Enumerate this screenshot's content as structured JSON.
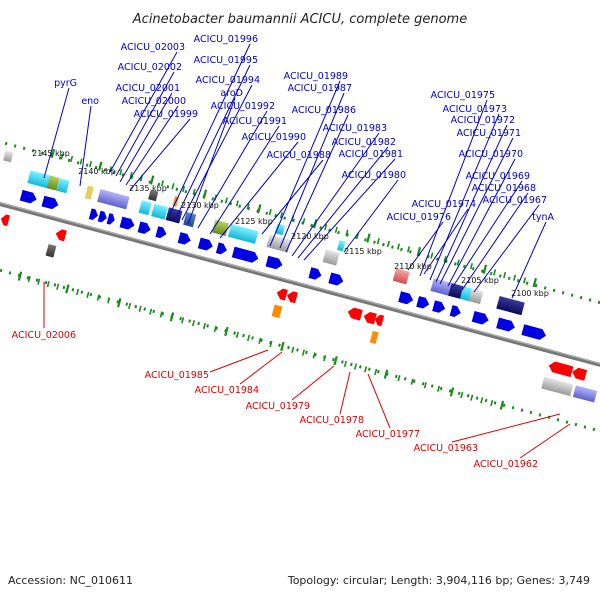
{
  "title": "Acinetobacter baumannii ACICU, complete genome",
  "footer": {
    "accession": "Accession: NC_010611",
    "topology": "Topology: circular; Length: 3,904,116 bp; Genes: 3,749"
  },
  "kbp_ticks": [
    "2145 kbp",
    "2140 kbp",
    "2135 kbp",
    "2130 kbp",
    "2125 kbp",
    "2120 kbp",
    "2115 kbp",
    "2110 kbp",
    "2105 kbp",
    "2100 kbp"
  ],
  "forward_labels": [
    "ACICU_02003",
    "ACICU_01996",
    "ACICU_02002",
    "ACICU_01995",
    "ACICU_02001",
    "ACICU_01994",
    "ACICU_02000",
    "aroD",
    "ACICU_01999",
    "ACICU_01992",
    "ACICU_01991",
    "ACICU_01990",
    "ACICU_01989",
    "ACICU_01987",
    "ACICU_01986",
    "ACICU_01983",
    "ACICU_01982",
    "ACICU_01981",
    "ACICU_01988",
    "ACICU_01980",
    "pyrG",
    "eno",
    "ACICU_01975",
    "ACICU_01973",
    "ACICU_01972",
    "ACICU_01971",
    "ACICU_01970",
    "ACICU_01969",
    "ACICU_01968",
    "ACICU_01967",
    "ACICU_01974",
    "ACICU_01976",
    "tynA"
  ],
  "reverse_labels": [
    "ACICU_02006",
    "ACICU_01985",
    "ACICU_01984",
    "ACICU_01979",
    "ACICU_01978",
    "ACICU_01977",
    "ACICU_01963",
    "ACICU_01962"
  ],
  "colors": {
    "forward_gene": "#0000e0",
    "reverse_gene": "#ff0000",
    "tick_track": "#1a8a1a",
    "backbone": "#777777",
    "forward_label": "#0000cc",
    "reverse_label": "#dd0000"
  }
}
